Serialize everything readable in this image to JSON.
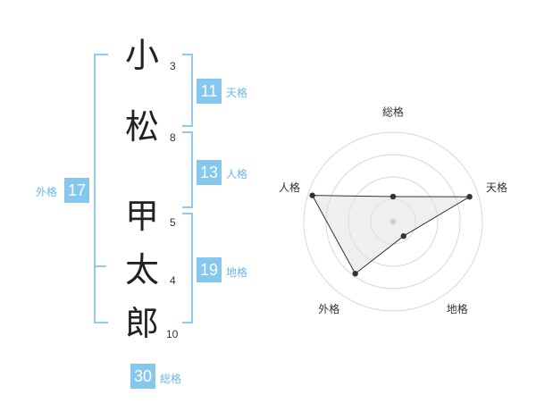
{
  "name": {
    "chars": [
      {
        "char": "小",
        "strokes": "3"
      },
      {
        "char": "松",
        "strokes": "8"
      },
      {
        "char": "甲",
        "strokes": "5"
      },
      {
        "char": "太",
        "strokes": "4"
      },
      {
        "char": "郎",
        "strokes": "10"
      }
    ]
  },
  "kakusu": {
    "tenkaku": {
      "value": "11",
      "label": "天格"
    },
    "jinkaku": {
      "value": "13",
      "label": "人格"
    },
    "chikaku": {
      "value": "19",
      "label": "地格"
    },
    "gaikaku": {
      "value": "17",
      "label": "外格"
    },
    "soukaku": {
      "value": "30",
      "label": "総格"
    }
  },
  "colors": {
    "accent": "#86c7ee",
    "bracket": "#8fcdf0",
    "fill": "#f0f0f0"
  },
  "chart_data": {
    "type": "radar",
    "axes": [
      "総格",
      "天格",
      "地格",
      "外格",
      "人格"
    ],
    "values": [
      0.28,
      0.9,
      0.2,
      0.72,
      0.95
    ],
    "rings": 4,
    "range": [
      0,
      1
    ]
  }
}
